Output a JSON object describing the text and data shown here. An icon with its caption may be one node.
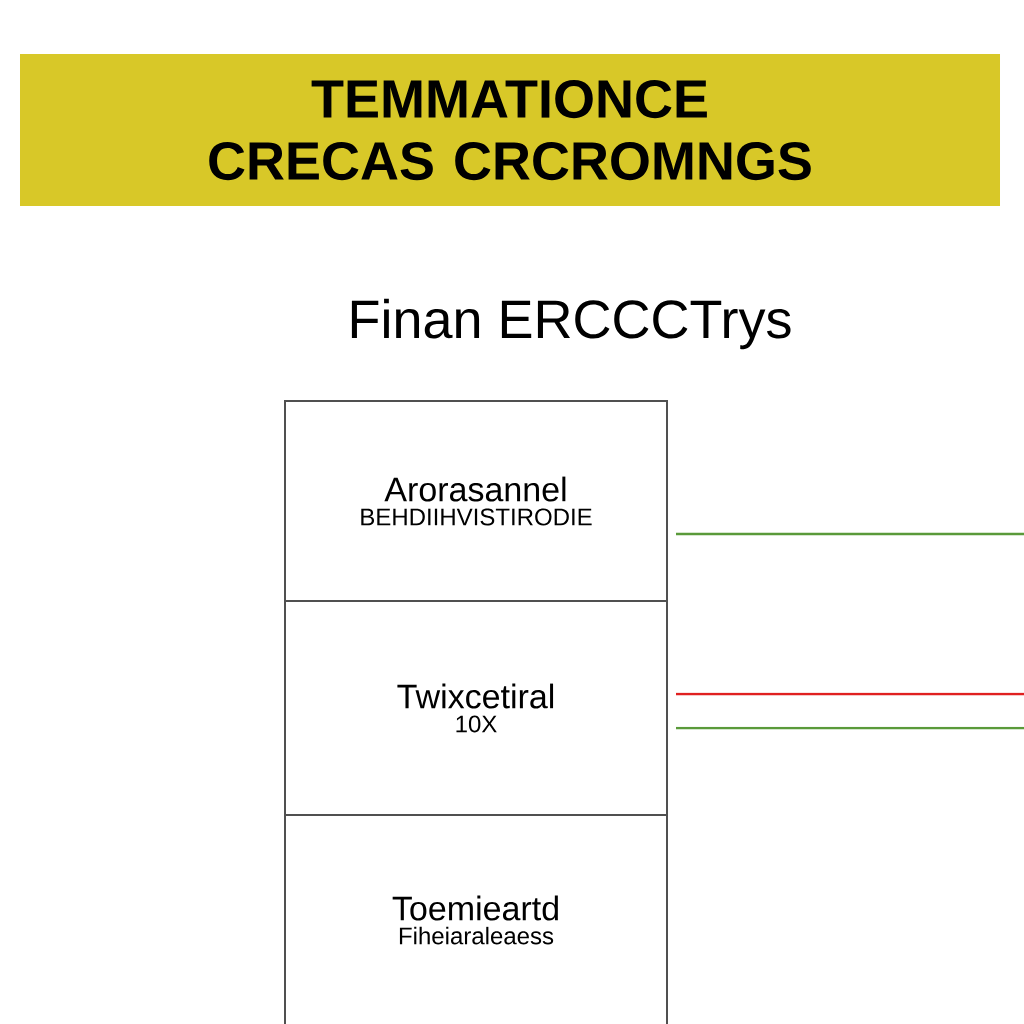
{
  "diagram": {
    "title": "TEMMATIONCE CRECAS CRCROMNGS",
    "nodes": [
      {
        "text": [
          "Arorasannel",
          "BEHDIIHVISTIRODIE"
        ]
      },
      {
        "text": [
          "Twixcetiral",
          "10X"
        ]
      },
      {
        "text": [
          "Toemieartd",
          "Fiheiaraleaess"
        ]
      }
    ],
    "edges": [
      {
        "from": 0,
        "to": null,
        "arrow": "none",
        "color": "#5a9a3a"
      },
      {
        "from": 1,
        "to": null,
        "arrow": "none",
        "color": "#e02020"
      },
      {
        "from": 1,
        "to": null,
        "arrow": "none",
        "color": "#5a9a3a"
      }
    ],
    "labels": [
      "Finan ERCCCTrys"
    ]
  }
}
